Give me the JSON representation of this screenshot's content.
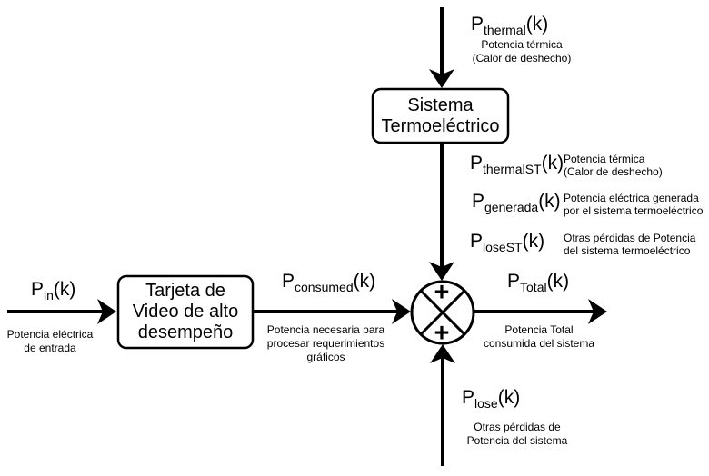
{
  "colors": {
    "background": "#ffffff",
    "ink": "#000000"
  },
  "signals": {
    "thermal": {
      "base": "P",
      "sub": "thermal",
      "arg": "(k)",
      "desc": "Potencia térmica\n(Calor de deshecho)"
    },
    "thermal_st": {
      "base": "P",
      "sub": "thermalST",
      "arg": "(k)",
      "desc": "Potencia térmica\n(Calor de deshecho)"
    },
    "generada": {
      "base": "P",
      "sub": "generada",
      "arg": "(k)",
      "desc": "Potencia eléctrica generada\npor el sistema termoeléctrico"
    },
    "lose_st": {
      "base": "P",
      "sub": "loseST",
      "arg": "(k)",
      "desc": "Otras pérdidas de Potencia\ndel sistema termoeléctrico"
    },
    "p_in": {
      "base": "P",
      "sub": "in",
      "arg": "(k)",
      "desc": "Potencia eléctrica\nde entrada"
    },
    "consumed": {
      "base": "P",
      "sub": "consumed",
      "arg": "(k)",
      "desc": "Potencia necesaria para\nprocesar requerimientos\ngráficos"
    },
    "total": {
      "base": "P",
      "sub": "Total",
      "arg": "(k)",
      "desc": "Potencia Total\nconsumida del sistema"
    },
    "lose": {
      "base": "P",
      "sub": "lose",
      "arg": "(k)",
      "desc": "Otras pérdidas de\nPotencia del sistema"
    }
  },
  "blocks": {
    "thermoelectric": {
      "label": "Sistema\nTermoeléctrico"
    },
    "video_card": {
      "label": "Tarjeta de\nVideo de alto\ndesempeño"
    }
  },
  "summing_junction": {
    "top_operator": "+",
    "bottom_operator": "+"
  }
}
